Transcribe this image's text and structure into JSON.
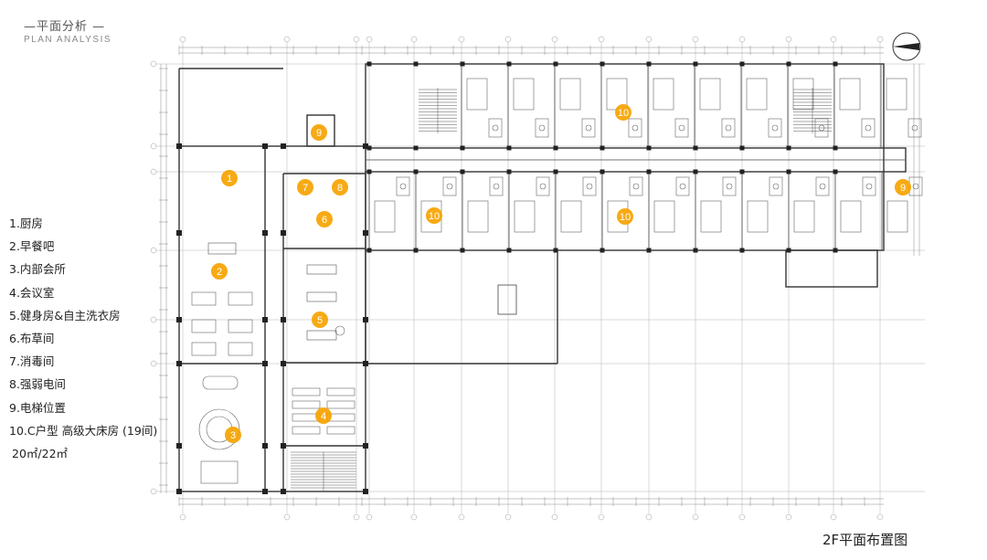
{
  "header": {
    "title": "—平面分析 —",
    "subtitle": "PLAN ANALYSIS"
  },
  "legend": {
    "items": [
      "1.厨房",
      "2.早餐吧",
      "3.内部会所",
      "4.会议室",
      "5.健身房&自主洗衣房",
      "6.布草间",
      "7.消毒间",
      "8.强弱电间",
      "9.电梯位置",
      "10.C户型  高级大床房   (19间)"
    ],
    "area_note": "20㎡/22㎡"
  },
  "caption": "2F平面布置图",
  "badges": [
    {
      "n": "1"
    },
    {
      "n": "2"
    },
    {
      "n": "3"
    },
    {
      "n": "4"
    },
    {
      "n": "5"
    },
    {
      "n": "6"
    },
    {
      "n": "7"
    },
    {
      "n": "8"
    },
    {
      "n": "9"
    },
    {
      "n": "9"
    },
    {
      "n": "10"
    },
    {
      "n": "10"
    },
    {
      "n": "10"
    }
  ],
  "colors": {
    "badge": "#f6a300",
    "line": "#333333",
    "grid": "#999999"
  }
}
